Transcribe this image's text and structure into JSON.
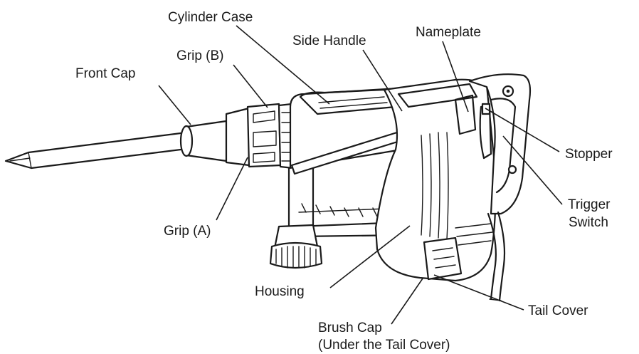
{
  "labels": {
    "cylinder_case": "Cylinder Case",
    "side_handle": "Side Handle",
    "nameplate": "Nameplate",
    "grip_b": "Grip (B)",
    "front_cap": "Front Cap",
    "stopper": "Stopper",
    "trigger_switch_1": "Trigger",
    "trigger_switch_2": "Switch",
    "grip_a": "Grip (A)",
    "housing": "Housing",
    "tail_cover": "Tail Cover",
    "brush_cap_1": "Brush Cap",
    "brush_cap_2": "(Under the Tail Cover)"
  }
}
